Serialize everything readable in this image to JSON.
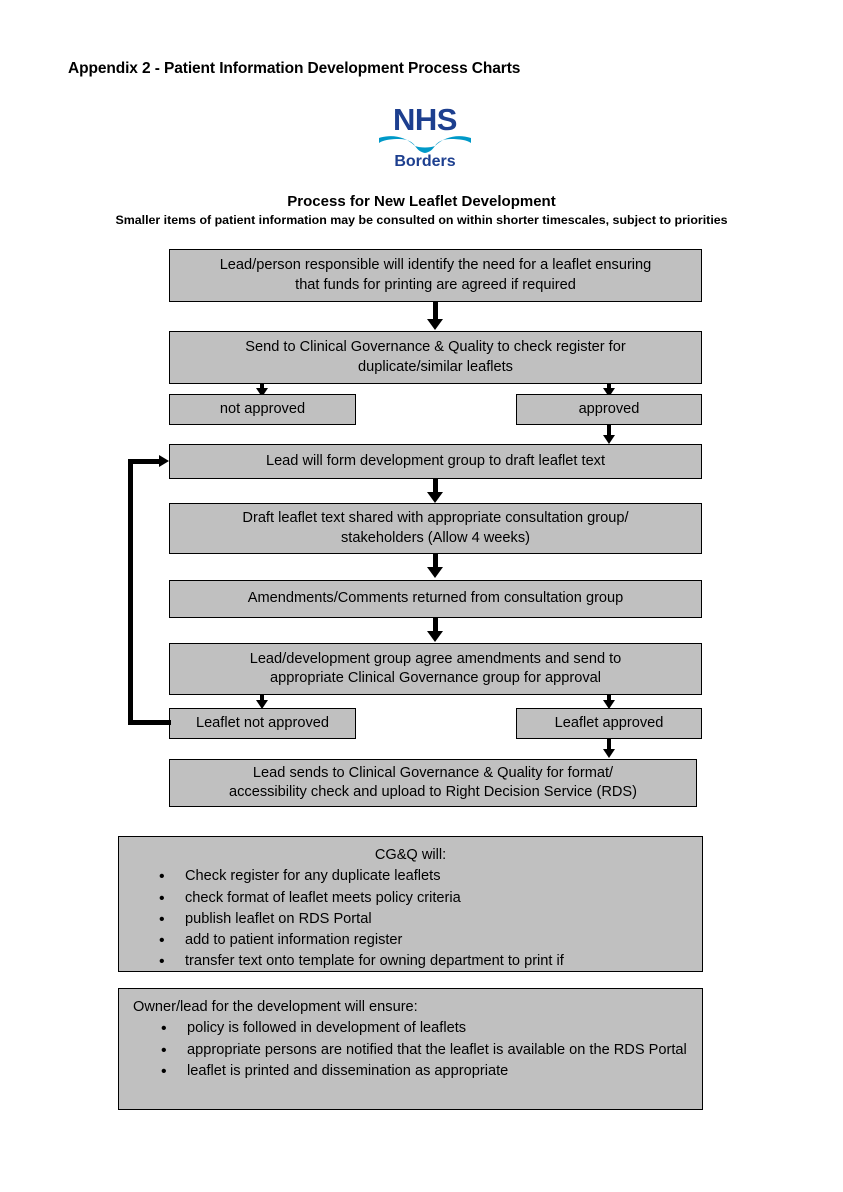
{
  "document": {
    "title": "Appendix 2 - Patient Information Development Process Charts",
    "logo": {
      "name": "nhs-borders-logo",
      "primary_text": "NHS",
      "secondary_text": "Borders",
      "navy": "#1d3f8f",
      "teal": "#0099c8"
    },
    "process_title": "Process for New Leaflet Development",
    "process_subtitle": "Smaller items of patient information may be consulted on within shorter timescales, subject to priorities"
  },
  "chart_data": {
    "type": "diagram",
    "title": "Process for New Leaflet Development",
    "box_fill": "#c0c0c0",
    "box_border": "#000000",
    "nodes": [
      {
        "id": "n1",
        "label": "Lead/person responsible will identify the need for a leaflet ensuring that funds for printing are agreed if required"
      },
      {
        "id": "n2",
        "label": "Send to Clinical Governance & Quality to check register for duplicate/similar leaflets"
      },
      {
        "id": "n3a",
        "label": "not approved"
      },
      {
        "id": "n3b",
        "label": "approved"
      },
      {
        "id": "n4",
        "label": "Lead will form development group to draft leaflet text"
      },
      {
        "id": "n5",
        "label": "Draft leaflet text shared with appropriate consultation group/ stakeholders (Allow 4 weeks)"
      },
      {
        "id": "n6",
        "label": "Amendments/Comments returned from consultation group"
      },
      {
        "id": "n7",
        "label": "Lead/development group agree amendments and send to appropriate Clinical Governance group for approval"
      },
      {
        "id": "n8a",
        "label": "Leaflet not approved"
      },
      {
        "id": "n8b",
        "label": "Leaflet approved"
      },
      {
        "id": "n9",
        "label": "Lead sends to Clinical Governance & Quality for format/ accessibility check and upload to Right Decision Service (RDS)"
      }
    ],
    "edges": [
      {
        "from": "n1",
        "to": "n2"
      },
      {
        "from": "n2",
        "to": "n3a"
      },
      {
        "from": "n2",
        "to": "n3b"
      },
      {
        "from": "n3b",
        "to": "n4"
      },
      {
        "from": "n4",
        "to": "n5"
      },
      {
        "from": "n5",
        "to": "n6"
      },
      {
        "from": "n6",
        "to": "n7"
      },
      {
        "from": "n7",
        "to": "n8a"
      },
      {
        "from": "n7",
        "to": "n8b"
      },
      {
        "from": "n8a",
        "to": "n4",
        "style": "feedback-loop-left"
      },
      {
        "from": "n8b",
        "to": "n9"
      }
    ]
  },
  "flow": {
    "box1_line1": "Lead/person responsible will identify the need for a leaflet ensuring",
    "box1_line2": "that funds for printing are agreed if required",
    "box2_line1": "Send to Clinical Governance & Quality to check register for",
    "box2_line2": "duplicate/similar leaflets",
    "box3a": "not approved",
    "box3b": "approved",
    "box4": "Lead will form development group to draft leaflet text",
    "box5_line1": "Draft leaflet text shared with appropriate consultation group/",
    "box5_line2": "stakeholders (Allow 4 weeks)",
    "box6": "Amendments/Comments returned from consultation group",
    "box7_line1": "Lead/development group agree amendments and send to",
    "box7_line2": "appropriate Clinical Governance group for approval",
    "box8a": "Leaflet not approved",
    "box8b": "Leaflet approved",
    "box9_line1": "Lead sends to Clinical Governance & Quality for format/",
    "box9_line2": "accessibility check and upload to Right Decision Service (RDS)"
  },
  "cgq_panel": {
    "heading": "CG&Q will:",
    "items": [
      "Check register for any duplicate leaflets",
      "check format of leaflet meets policy criteria",
      "publish leaflet on RDS Portal",
      "add to patient information register",
      "transfer text onto template for owning department to print if"
    ]
  },
  "owner_panel": {
    "heading": "Owner/lead for the development will ensure:",
    "items": [
      "policy is followed in development of leaflets",
      "appropriate persons are notified that the leaflet is available on the RDS Portal",
      "leaflet is printed and dissemination as appropriate"
    ]
  }
}
